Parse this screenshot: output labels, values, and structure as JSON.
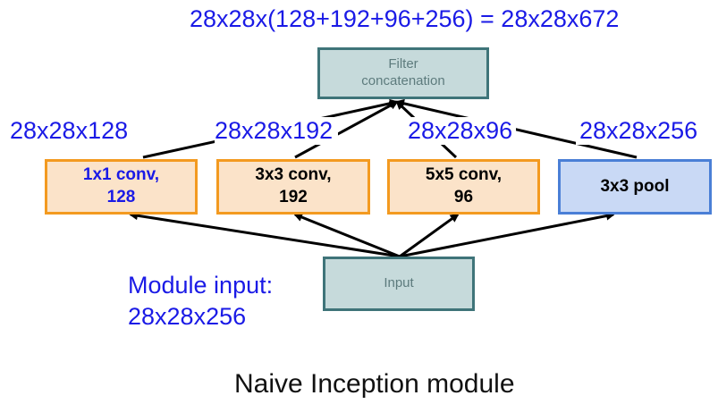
{
  "header_formula": "28x28x(128+192+96+256) = 28x28x672",
  "concat_box": {
    "line1": "Filter",
    "line2": "concatenation"
  },
  "output_dims": {
    "conv1": "28x28x128",
    "conv3": "28x28x192",
    "conv5": "28x28x96",
    "pool": "28x28x256"
  },
  "blocks": {
    "conv1": {
      "line1": "1x1 conv,",
      "line2": "128"
    },
    "conv3": {
      "line1": "3x3 conv,",
      "line2": "192"
    },
    "conv5": {
      "line1": "5x5 conv,",
      "line2": "96"
    },
    "pool": {
      "line1": "3x3 pool"
    }
  },
  "input_box": {
    "label": "Input"
  },
  "module_input": {
    "line1": "Module input:",
    "line2": "28x28x256"
  },
  "caption": "Naive Inception module",
  "colors": {
    "dim_text": "#1a1ae6",
    "conv_fill": "#fbe3c9",
    "conv_border": "#f39a20",
    "pool_fill": "#c9d9f5",
    "pool_border": "#4a7fd6",
    "gray_fill": "#c6dadb",
    "gray_border": "#3f7479"
  }
}
